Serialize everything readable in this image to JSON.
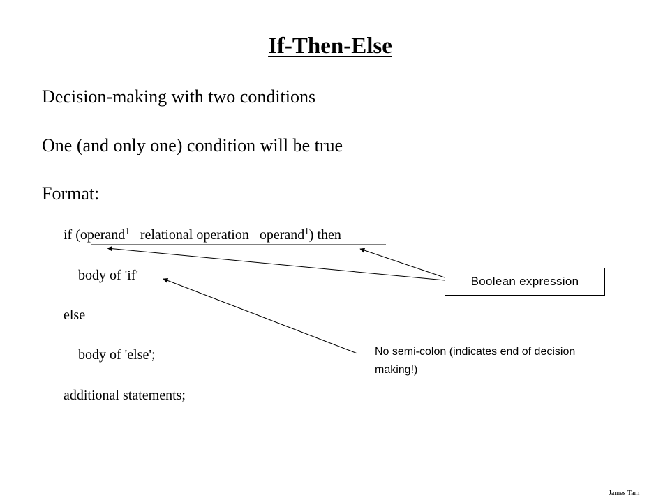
{
  "slide": {
    "title": "If-Then-Else",
    "bullets": [
      "Decision-making with two conditions",
      "One (and only one) condition will be true",
      "Format:"
    ],
    "code": {
      "if_prefix": "if (",
      "operand": "operand",
      "superscript": "1",
      "relational": "relational operation",
      "then_suffix": ") then",
      "body_if": "body of 'if'",
      "else_kw": "else",
      "body_else": "body of 'else';",
      "additional": "additional statements;"
    },
    "callout": "Boolean expression",
    "note": "No semi-colon (indicates end of decision making!)",
    "footer": "James Tam"
  }
}
